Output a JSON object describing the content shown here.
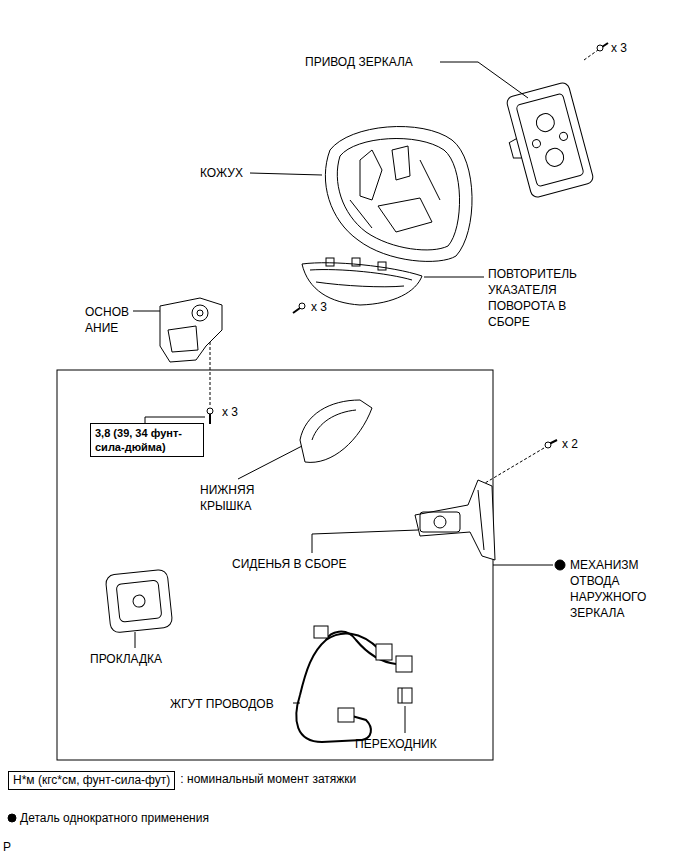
{
  "diagram": {
    "nodes": [
      {
        "text": [
          "3,8 (39, 34 фунт-сила-дюйма)"
        ]
      },
      {
        "text": [
          "Н*м (кгс*см, фунт-сила-фут)"
        ]
      }
    ],
    "edges": [],
    "labels": [
      "ПРИВОД ЗЕРКАЛА",
      "x 3",
      "КОЖУХ",
      "ПОВТОРИТЕЛЬ УКАЗАТЕЛЯ ПОВОРОТА В СБОРЕ",
      "x 3",
      "ОСНОВ АНИЕ",
      "x 3",
      "НИЖНЯЯ КРЫШКА",
      "x 2",
      "СИДЕНЬЯ В СБОРЕ",
      "МЕХАНИЗМ ОТВОДА НАРУЖНОГО ЗЕРКАЛА",
      "ПРОКЛАДКА",
      "ЖГУТ ПРОВОДОВ",
      "ПЕРЕХОДНИК",
      "P"
    ],
    "legend": [
      {
        "text": ": номинальный момент затяжки"
      },
      {
        "text": "Деталь однократного применения"
      }
    ]
  }
}
